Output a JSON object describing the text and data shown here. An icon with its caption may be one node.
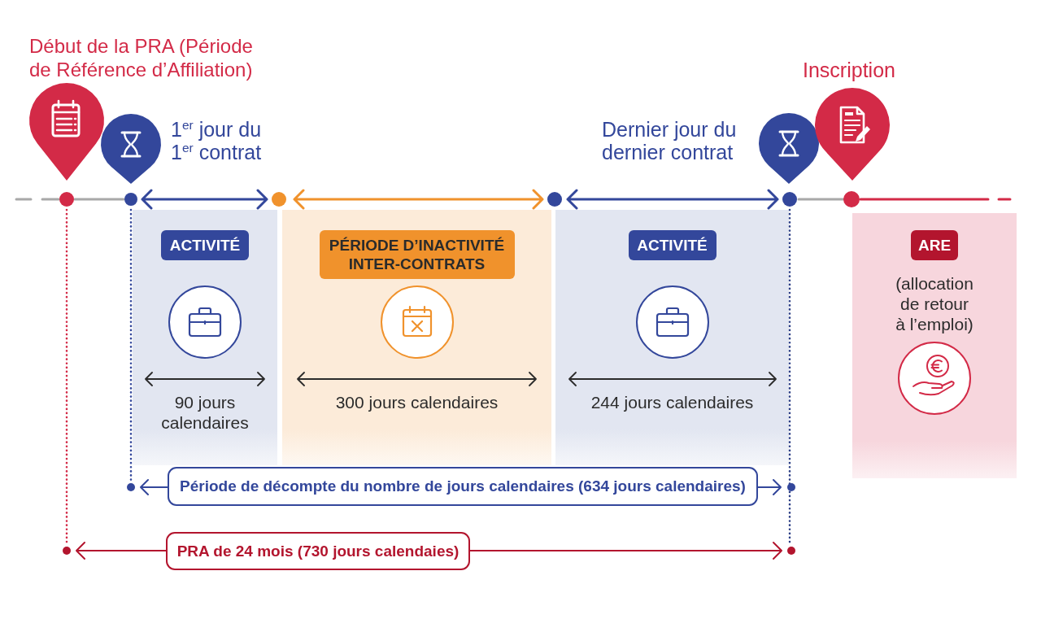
{
  "diagram": {
    "nodes": [
      {
        "text": [],
        "shape": "pin",
        "beside": [
          "Début de la PRA (Période de Référence d’Affiliation)"
        ]
      },
      {
        "text": [],
        "shape": "pin",
        "beside": [
          "1$^{er}$ jour du 1$^{er}$ contrat"
        ]
      },
      {
        "text": [],
        "shape": "pin",
        "beside": [
          "Dernier jour du dernier contrat"
        ]
      },
      {
        "text": [],
        "shape": "pin",
        "beside": [
          "Inscription"
        ]
      },
      {
        "text": [
          "90 jours calendaires"
        ]
      },
      {
        "text": [
          "ACTIVITÉ"
        ],
        "in": 4
      },
      {
        "text": [
          "300 jours calendaires"
        ]
      },
      {
        "text": [
          "PÉRIODE D’INACTIVITÉ INTER-CONTRATS"
        ],
        "in": 6
      },
      {
        "text": [
          "244 jours calendaires"
        ]
      },
      {
        "text": [
          "ACTIVITÉ"
        ],
        "in": 8
      },
      {
        "text": [
          "(allocation de retour à l’emploi)"
        ]
      },
      {
        "text": [
          "ARE"
        ],
        "in": 10
      },
      {
        "text": [
          "Période de décompte du nombre de jours calendaires (634 jours calendaires)"
        ]
      },
      {
        "text": [
          "PRA de 24 mois (730 jours calendaies)"
        ]
      }
    ]
  }
}
